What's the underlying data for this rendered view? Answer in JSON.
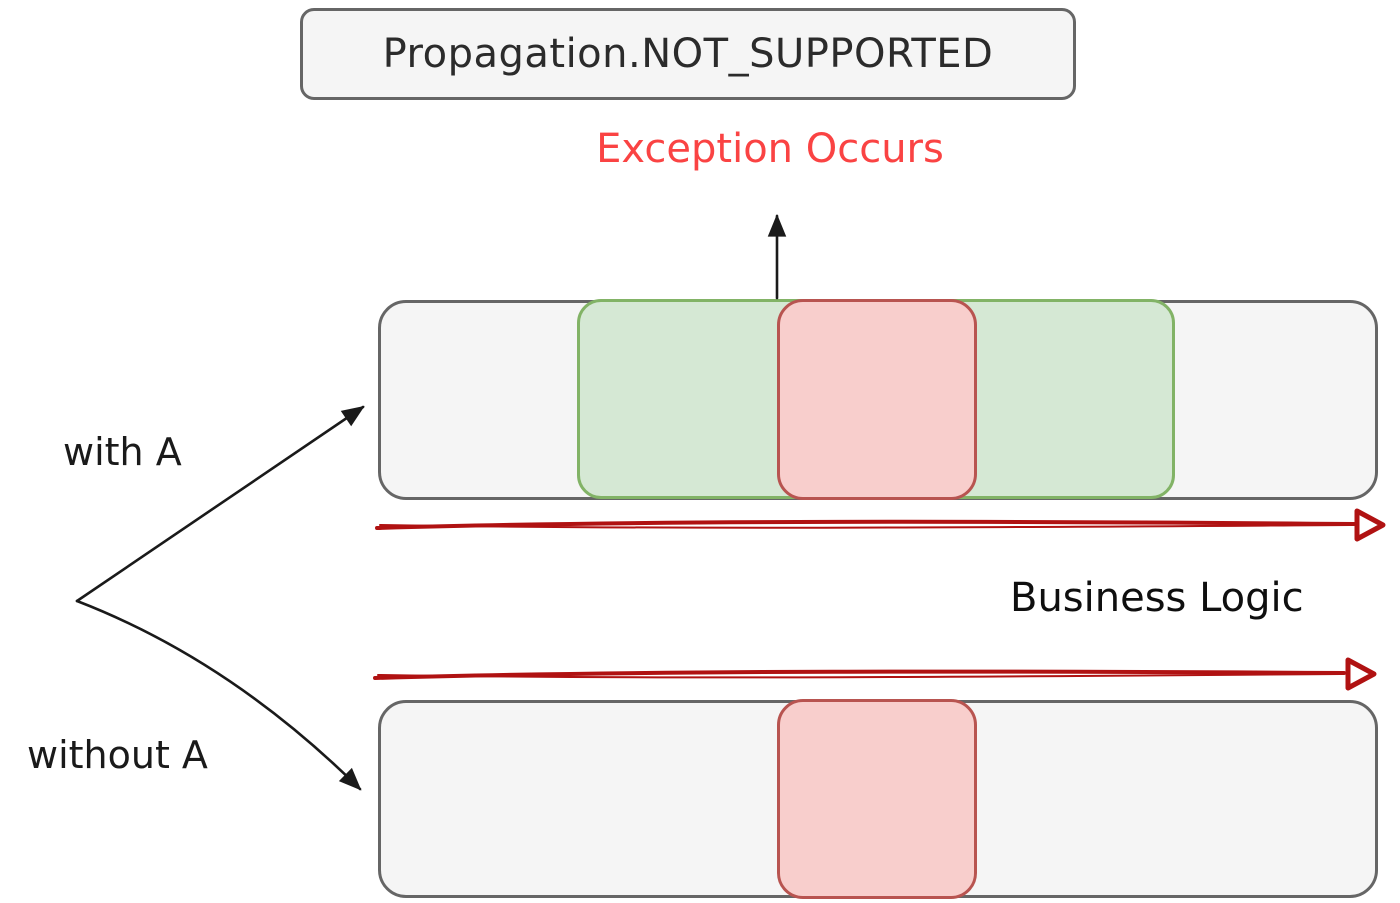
{
  "diagram": {
    "title": "Propagation.NOT_SUPPORTED",
    "exception_label": "Exception Occurs",
    "business_logic_label": "Business Logic",
    "with_label": "with A",
    "without_label": "without A"
  },
  "colors": {
    "bar-fill": "#f5f5f5",
    "bar-stroke": "#666666",
    "green-fill": "#d5e8d4",
    "green-stroke": "#82b366",
    "pink-fill": "#f8cecc",
    "pink-stroke": "#b85450",
    "arrow-red": "#b01212",
    "exception-red": "#fa4343",
    "ink": "#1a1a1a",
    "title-ink": "#2b2b2b"
  }
}
